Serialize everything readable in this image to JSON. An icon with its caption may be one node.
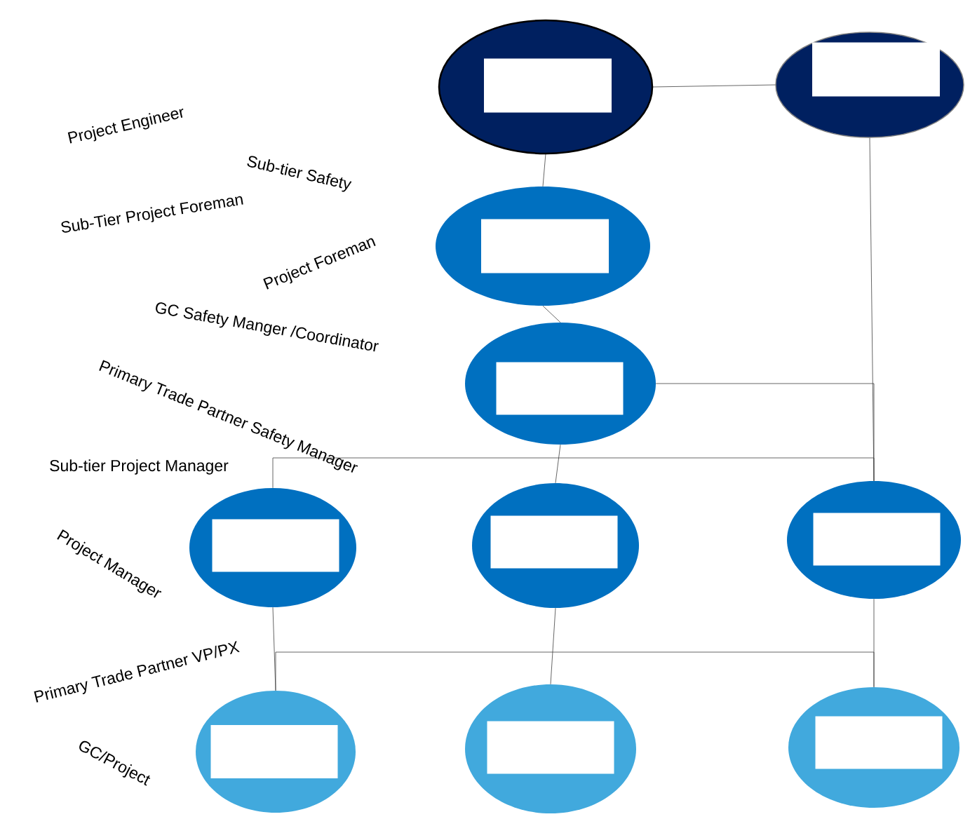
{
  "diagram": {
    "nodes": [
      {
        "text": [],
        "shape": "ellipse"
      },
      {
        "text": [],
        "shape": "ellipse"
      },
      {
        "text": [],
        "shape": "ellipse"
      },
      {
        "text": [],
        "shape": "ellipse"
      },
      {
        "text": [],
        "shape": "ellipse"
      },
      {
        "text": [],
        "shape": "ellipse"
      },
      {
        "text": [],
        "shape": "ellipse"
      },
      {
        "text": [],
        "shape": "ellipse"
      },
      {
        "text": [],
        "shape": "ellipse"
      },
      {
        "text": [],
        "shape": "ellipse"
      }
    ],
    "edges": [
      {
        "from": 0,
        "to": 1,
        "arrow": "none"
      },
      {
        "from": 0,
        "to": 2,
        "arrow": "none"
      },
      {
        "from": 2,
        "to": 3,
        "arrow": "none"
      },
      {
        "from": 1,
        "to": 6,
        "arrow": "none"
      },
      {
        "from": 3,
        "to": 6,
        "arrow": "none"
      },
      {
        "from": 3,
        "to": 5,
        "arrow": "none"
      },
      {
        "from": 4,
        "to": 6,
        "arrow": "none"
      },
      {
        "from": 4,
        "to": 7,
        "arrow": "none"
      },
      {
        "from": 5,
        "to": 8,
        "arrow": "none"
      },
      {
        "from": 6,
        "to": 9,
        "arrow": "none"
      },
      {
        "from": 7,
        "to": 9,
        "arrow": "none"
      }
    ],
    "labels": [
      "Project Engineer",
      "Sub-tier Safety",
      "Sub-Tier Project Foreman",
      "Project Foreman",
      "GC Safety Manger /Coordinator",
      "Primary Trade Partner Safety Manager",
      "Sub-tier Project Manager",
      "Project Manager",
      "Primary Trade Partner VP/PX",
      "GC/Project"
    ]
  }
}
